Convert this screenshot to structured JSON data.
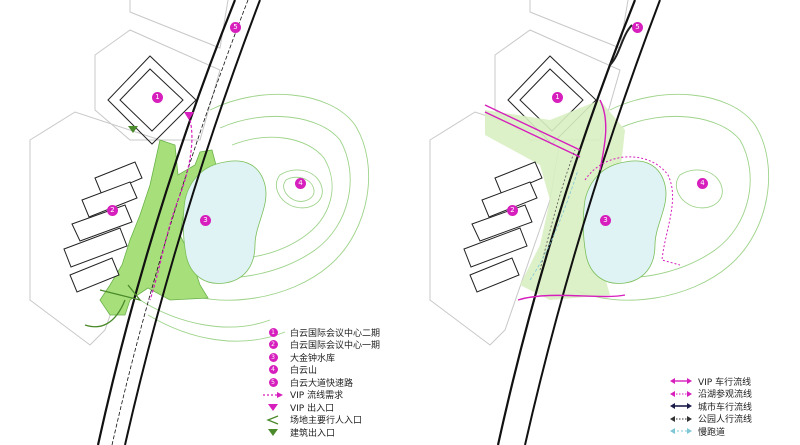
{
  "markers": {
    "m1": "1",
    "m2": "2",
    "m3": "3",
    "m4": "4",
    "m5": "5"
  },
  "legend_left": [
    {
      "symbol": "num",
      "num": "1",
      "label": "白云国际会议中心二期"
    },
    {
      "symbol": "num",
      "num": "2",
      "label": "白云国际会议中心一期"
    },
    {
      "symbol": "num",
      "num": "3",
      "label": "大金钟水库"
    },
    {
      "symbol": "num",
      "num": "4",
      "label": "白云山"
    },
    {
      "symbol": "num",
      "num": "5",
      "label": "白云大道快速路"
    },
    {
      "symbol": "vip-flow",
      "label": "VIP 流线需求"
    },
    {
      "symbol": "vip-entrance",
      "label": "VIP 出入口"
    },
    {
      "symbol": "ped-entrance",
      "label": "场地主要行人入口"
    },
    {
      "symbol": "bldg-entrance",
      "label": "建筑出入口"
    }
  ],
  "legend_right": [
    {
      "symbol": "vip-car",
      "label": "VIP 车行流线"
    },
    {
      "symbol": "lake-tour",
      "label": "沿湖参观流线"
    },
    {
      "symbol": "city-car",
      "label": "城市车行流线"
    },
    {
      "symbol": "park-ped",
      "label": "公园人行流线"
    },
    {
      "symbol": "jogging",
      "label": "慢跑道"
    }
  ],
  "colors": {
    "magenta": "#d61fbd",
    "green_fill": "#a7e07a",
    "contour": "#9ed38a",
    "lake": "#dff3f5"
  }
}
